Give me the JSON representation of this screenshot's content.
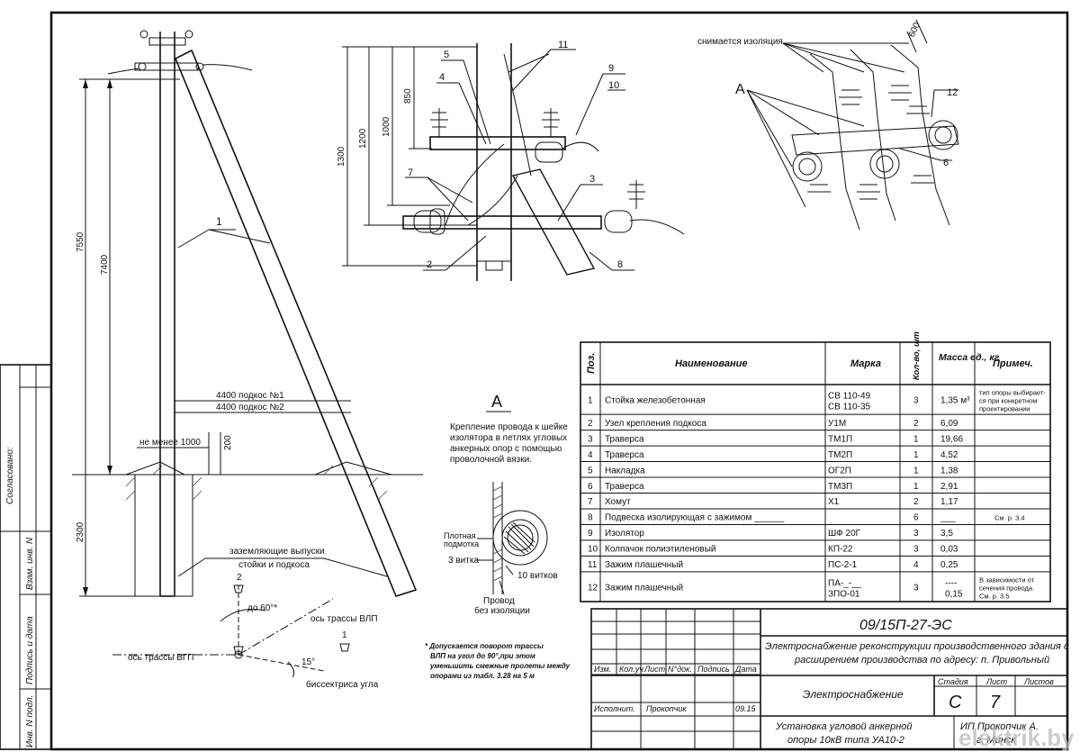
{
  "side_stamp": {
    "agreed": "Согласовано:",
    "inv_replace": "Взам. инв. N",
    "sign_date": "Подпись и дата",
    "inv_original": "Инв. N подл."
  },
  "main_view": {
    "pos_1": "1",
    "dim_height_total": "7550",
    "dim_height_above": "7400",
    "dim_depth": "2300",
    "brace_1": "4400 подкос №1",
    "brace_2": "4400 подкос №2",
    "min_distance": "не менее 1000",
    "dim_200": "200",
    "grounding_note_1": "заземляющие выпуски",
    "grounding_note_2": "стойки и подкоса"
  },
  "plan_view": {
    "angle": "до 60°*",
    "axis_vlp": "ось трассы ВЛП",
    "axis_vgp": "ось трассы ВГП",
    "angle_15": "15°",
    "bisector": "биссектриса угла",
    "mark_1": "1",
    "mark_2": "2",
    "footnote_1": "* Допускается поворот трассы",
    "footnote_2": "ВЛП на угол до 90°,при этом",
    "footnote_3": "уменьшить смежные пролеты между",
    "footnote_4": "опорами из табл. 3.28 на 5 м"
  },
  "top_view": {
    "dim_1300": "1300",
    "dim_1200": "1200",
    "dim_1000": "1000",
    "dim_850": "850",
    "pos_2": "2",
    "pos_3": "3",
    "pos_4": "4",
    "pos_5": "5",
    "pos_7": "7",
    "pos_8": "8",
    "pos_9": "9",
    "pos_10": "10",
    "pos_11": "11"
  },
  "detail_a_persp": {
    "insulation_removed": "снимается изоляция",
    "dim_600": "600",
    "letter": "А",
    "pos_12": "12",
    "pos_6": "6"
  },
  "detail_a": {
    "title": "А",
    "desc_1": "Крепление провода к шейке",
    "desc_2": "изолятора в петлях угловых",
    "desc_3": "анкерных опор с помощью",
    "desc_4": "проволочной вязки.",
    "tight_winding_1": "Плотная",
    "tight_winding_2": "подмотка",
    "turns_3": "3 витка",
    "turns_10": "10 витков",
    "wire_1": "Провод",
    "wire_2": "без изоляции"
  },
  "spec_table": {
    "headers": {
      "pos": "Поз.",
      "name": "Наименование",
      "mark": "Марка",
      "qty": "Кол-во, шт",
      "mass": "Масса ед., кг",
      "note": "Примеч."
    },
    "rows": [
      {
        "pos": "1",
        "name": "Стойка железобетонная",
        "mark": "СВ 110-49",
        "mark2": "СВ 110-35",
        "qty": "3",
        "mass": "1,35 м³",
        "note": "тип опоры выбирает-",
        "note2": "ся при конкретном",
        "note3": "проектировании"
      },
      {
        "pos": "2",
        "name": "Узел крепления подкоса",
        "mark": "У1М",
        "mark2": "",
        "qty": "2",
        "mass": "6,09",
        "note": "",
        "note2": "",
        "note3": ""
      },
      {
        "pos": "3",
        "name": "Траверса",
        "mark": "ТМ1П",
        "mark2": "",
        "qty": "1",
        "mass": "19,66",
        "note": "",
        "note2": "",
        "note3": ""
      },
      {
        "pos": "4",
        "name": "Траверса",
        "mark": "ТМ2П",
        "mark2": "",
        "qty": "1",
        "mass": "4,52",
        "note": "",
        "note2": "",
        "note3": ""
      },
      {
        "pos": "5",
        "name": "Накладка",
        "mark": "ОГ2П",
        "mark2": "",
        "qty": "1",
        "mass": "1,38",
        "note": "",
        "note2": "",
        "note3": ""
      },
      {
        "pos": "6",
        "name": "Траверса",
        "mark": "ТМ3П",
        "mark2": "",
        "qty": "1",
        "mass": "2,91",
        "note": "",
        "note2": "",
        "note3": ""
      },
      {
        "pos": "7",
        "name": "Хомут",
        "mark": "Х1",
        "mark2": "",
        "qty": "2",
        "mass": "1,17",
        "note": "",
        "note2": "",
        "note3": ""
      },
      {
        "pos": "8",
        "name": "Подвеска изолирующая с зажимом ______",
        "mark": "",
        "mark2": "",
        "qty": "6",
        "mass": "___",
        "note": "См. р. 3.4",
        "note2": "",
        "note3": ""
      },
      {
        "pos": "9",
        "name": "Изолятор",
        "mark": "ШФ 20Г",
        "mark2": "",
        "qty": "3",
        "mass": "3,5",
        "note": "",
        "note2": "",
        "note3": ""
      },
      {
        "pos": "10",
        "name": "Колпачок полиэтиленовый",
        "mark": "КП-22",
        "mark2": "",
        "qty": "3",
        "mass": "0,03",
        "note": "",
        "note2": "",
        "note3": ""
      },
      {
        "pos": "11",
        "name": "Зажим плашечный",
        "mark": "ПС-2-1",
        "mark2": "",
        "qty": "4",
        "mass": "0,25",
        "note": "",
        "note2": "",
        "note3": ""
      },
      {
        "pos": "12",
        "name": "Зажим плашечный",
        "mark": "ПА-_-__",
        "mark2": "ЗПО-01",
        "qty": "3",
        "mass": "----",
        "mass2": "0,15",
        "note": "В зависимости от",
        "note2": "сечения провода.",
        "note3": "См. р. 3.5"
      }
    ]
  },
  "title_block": {
    "doc_code": "09/15П-27-ЭС",
    "project_1": "Электроснабжение реконструкции производственного здания с",
    "project_2": "расширением производства по адресу: п. Привольный",
    "col_izm": "Изм.",
    "col_kol": "Кол.уч",
    "col_list": "Лист",
    "col_ndok": "N°док.",
    "col_sign": "Подпись",
    "col_date": "Дата",
    "section": "Электроснабжение",
    "stage_h": "Стадия",
    "sheet_h": "Лист",
    "sheets_h": "Листов",
    "stage": "С",
    "sheet": "7",
    "executor_role": "Исполнит.",
    "executor": "Прокопчик",
    "date": "09.15",
    "drawing_1": "Установка угловой анкерной",
    "drawing_2": "опоры 10кВ типа УА10-2",
    "org_1": "ИП Прокопчик А.",
    "org_2": "г. Минск"
  },
  "watermark": "elektrik.by"
}
